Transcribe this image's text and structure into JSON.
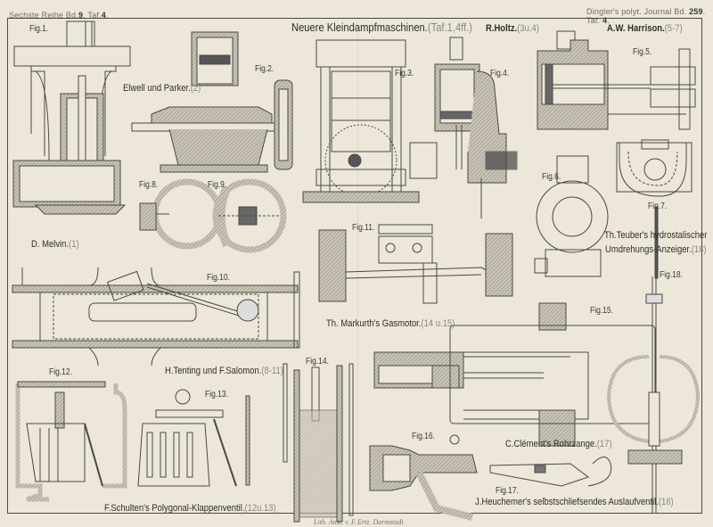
{
  "header": {
    "left": {
      "prefix": "Sechste Reihe Bd.",
      "volume": "9",
      "mid": ". Taf.",
      "plate": "4",
      "suffix": "."
    },
    "right": {
      "prefix": "Dingler's polyt. Journal Bd.",
      "volume": "259",
      "mid": ". Taf.",
      "plate": "4",
      "suffix": "."
    }
  },
  "title": {
    "text": "Neuere Kleindampfmaschinen.",
    "ref": "(Taf.1,4ff.)"
  },
  "captions": [
    {
      "id": "holtz",
      "text": "R.Holtz.",
      "ref": "(3u.4)"
    },
    {
      "id": "harrison",
      "text": "A.W. Harrison.",
      "ref": "(5-7)"
    },
    {
      "id": "elwell",
      "text": "Elwell und Parker.",
      "ref": "(2)"
    },
    {
      "id": "melvin",
      "text": "D. Melvin.",
      "ref": "(1)"
    },
    {
      "id": "teuber1",
      "text": "Th.Teuber's hydrostalischer",
      "ref": ""
    },
    {
      "id": "teuber2",
      "text": "Umdrehungs-Anzeiger.",
      "ref": "(18)"
    },
    {
      "id": "markurth",
      "text": "Th. Markurth's Gasmotor.",
      "ref": "(14 u.15)"
    },
    {
      "id": "tenting",
      "text": "H.Tenting und F.Salomon.",
      "ref": "(8-11)"
    },
    {
      "id": "clement",
      "text": "C.Clément's Rohrzange.",
      "ref": "(17)"
    },
    {
      "id": "schulten",
      "text": "F.Schulten's Polygonal-Klappenventil.",
      "ref": "(12u.13)"
    },
    {
      "id": "heuchemer",
      "text": "J.Heuchemer's selbstschliefsendes Auslaufventil.",
      "ref": "(16)"
    }
  ],
  "figures": [
    "Fig.1.",
    "Fig.2.",
    "Fig.3.",
    "Fig.4.",
    "Fig.5.",
    "Fig.6.",
    "Fig.7.",
    "Fig.8.",
    "Fig.9.",
    "Fig.10.",
    "Fig.11.",
    "Fig.12.",
    "Fig.13.",
    "Fig.14.",
    "Fig.15.",
    "Fig.16.",
    "Fig.17.",
    "Fig.18."
  ],
  "footer": {
    "left": "Lith. Anst. v. F.",
    "right": "Ertz. Darmstadt"
  },
  "colors": {
    "paper": "#ece7d9",
    "ink": "#3a3833",
    "hatch": "#9a968c"
  }
}
